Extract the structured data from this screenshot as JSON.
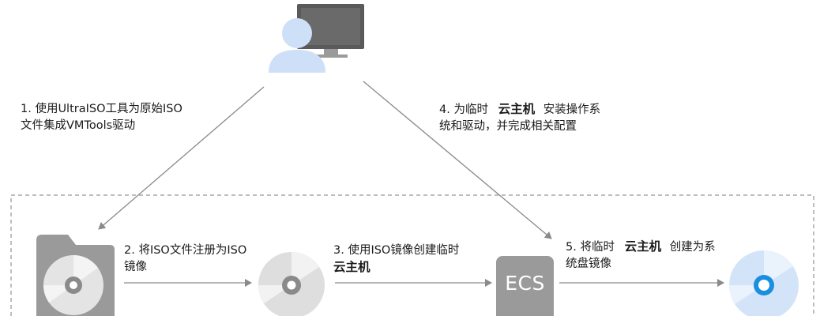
{
  "steps": {
    "s1": {
      "line1": "1. 使用UltraISO工具为原始ISO",
      "line2": "文件集成VMTools驱动"
    },
    "s2": {
      "line1": "2. 将ISO文件注册为ISO",
      "line2": "镜像"
    },
    "s3": {
      "line1": "3. 使用ISO镜像创建临时",
      "bold": "云主机"
    },
    "s4": {
      "pre": "4. 为临时",
      "bold": "云主机",
      "post": "安装操作系",
      "line2": "统和驱动，并完成相关配置"
    },
    "s5": {
      "pre": "5. 将临时",
      "bold": "云主机",
      "post": "创建为系",
      "line2": "统盘镜像"
    }
  },
  "ecs_label": "ECS",
  "icons": [
    "user-monitor-icon",
    "iso-folder-icon",
    "iso-disc-icon",
    "ecs-server-icon",
    "system-image-disc-icon"
  ],
  "colors": {
    "icon_gray": "#9a9a9a",
    "disc_light": "#e2e2e2",
    "user_blue": "#cde0f7",
    "monitor_dark": "#5a5a5a",
    "disc_blue": "#d3e4f8",
    "disc_blue_ring": "#1a8fe0",
    "line": "#8a8a8a",
    "dashed": "#a8a8a8"
  }
}
